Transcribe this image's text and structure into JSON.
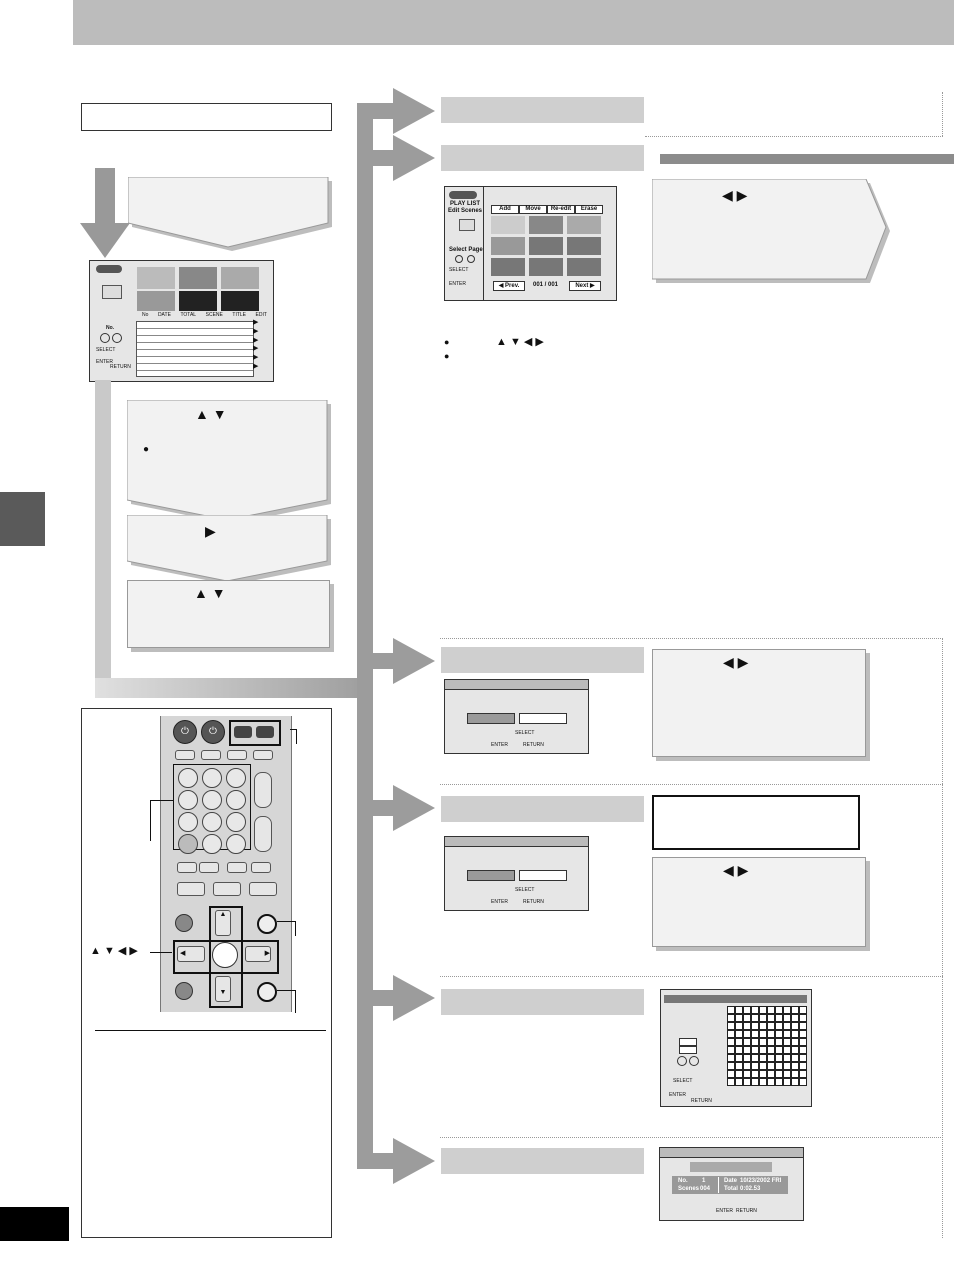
{
  "arrows": {
    "up_down": "▲ ▼",
    "left_right": "◀ ▶",
    "right": "▶",
    "all_dirs": "▲ ▼ ◀ ▶",
    "bullet": "●"
  },
  "edit_screen": {
    "playlist_title": "PLAY LIST",
    "subtitle": "Edit Scenes",
    "tabs": [
      "Add",
      "Move",
      "Re-edit",
      "Erase"
    ],
    "select_page": "Select Page",
    "prev": "◀ Prev.",
    "page_counter": "001 / 001",
    "next": "Next ▶"
  },
  "list_screen": {
    "no_label": "No.",
    "columns": [
      "No",
      "DATE",
      "TOTAL",
      "SCENE",
      "TITLE",
      "EDIT"
    ],
    "select": "SELECT",
    "enter": "ENTER",
    "return": "RETURN"
  },
  "dialog": {
    "select": "SELECT",
    "enter": "ENTER",
    "return": "RETURN"
  },
  "properties": {
    "no_label": "No.",
    "no_value": "1",
    "scenes_label": "Scenes",
    "scenes_value": "004",
    "date_label": "Date",
    "date_value": "10/23/2002 FRI",
    "total_label": "Total",
    "total_value": "0:02.53",
    "enter": "ENTER",
    "return": "RETURN"
  },
  "keyboard": {
    "select": "SELECT",
    "enter": "ENTER",
    "return": "RETURN"
  }
}
